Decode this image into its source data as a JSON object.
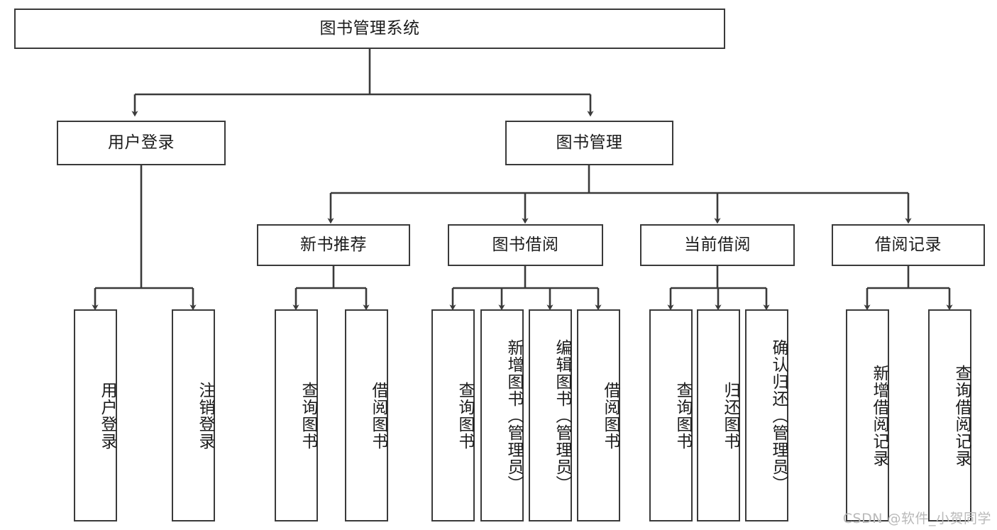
{
  "diagram": {
    "title": "图书管理系统",
    "type": "tree",
    "root": {
      "label": "图书管理系统"
    },
    "level2": [
      {
        "id": "user-login",
        "label": "用户登录"
      },
      {
        "id": "book-management",
        "label": "图书管理"
      }
    ],
    "level3": [
      {
        "id": "new-book-recommendation",
        "label": "新书推荐",
        "parent": "book-management"
      },
      {
        "id": "book-borrow",
        "label": "图书借阅",
        "parent": "book-management"
      },
      {
        "id": "current-borrow",
        "label": "当前借阅",
        "parent": "book-management"
      },
      {
        "id": "borrow-record",
        "label": "借阅记录",
        "parent": "book-management"
      }
    ],
    "leaves": {
      "user-login": [
        {
          "id": "leaf-user-login",
          "label": "用户登录"
        },
        {
          "id": "leaf-user-logout",
          "label": "注销登录"
        }
      ],
      "new-book-recommendation": [
        {
          "id": "leaf-query-book-1",
          "label": "查询图书"
        },
        {
          "id": "leaf-borrow-book-1",
          "label": "借阅图书"
        }
      ],
      "book-borrow": [
        {
          "id": "leaf-query-book-2",
          "label": "查询图书"
        },
        {
          "id": "leaf-add-book",
          "label": "新增图书（管理员）"
        },
        {
          "id": "leaf-edit-book",
          "label": "编辑图书（管理员）"
        },
        {
          "id": "leaf-borrow-book-2",
          "label": "借阅图书"
        }
      ],
      "current-borrow": [
        {
          "id": "leaf-query-book-3",
          "label": "查询图书"
        },
        {
          "id": "leaf-return-book",
          "label": "归还图书"
        },
        {
          "id": "leaf-confirm-return",
          "label": "确认归还（管理员）"
        }
      ],
      "borrow-record": [
        {
          "id": "leaf-add-record",
          "label": "新增借阅记录"
        },
        {
          "id": "leaf-query-record",
          "label": "查询借阅记录"
        }
      ]
    }
  },
  "watermark": {
    "text": "CSDN @软件_小贺同学"
  },
  "colors": {
    "stroke": "#3a3a3a",
    "text": "#1b1b1b",
    "background": "#ffffff",
    "watermark": "#b9b9b9"
  }
}
